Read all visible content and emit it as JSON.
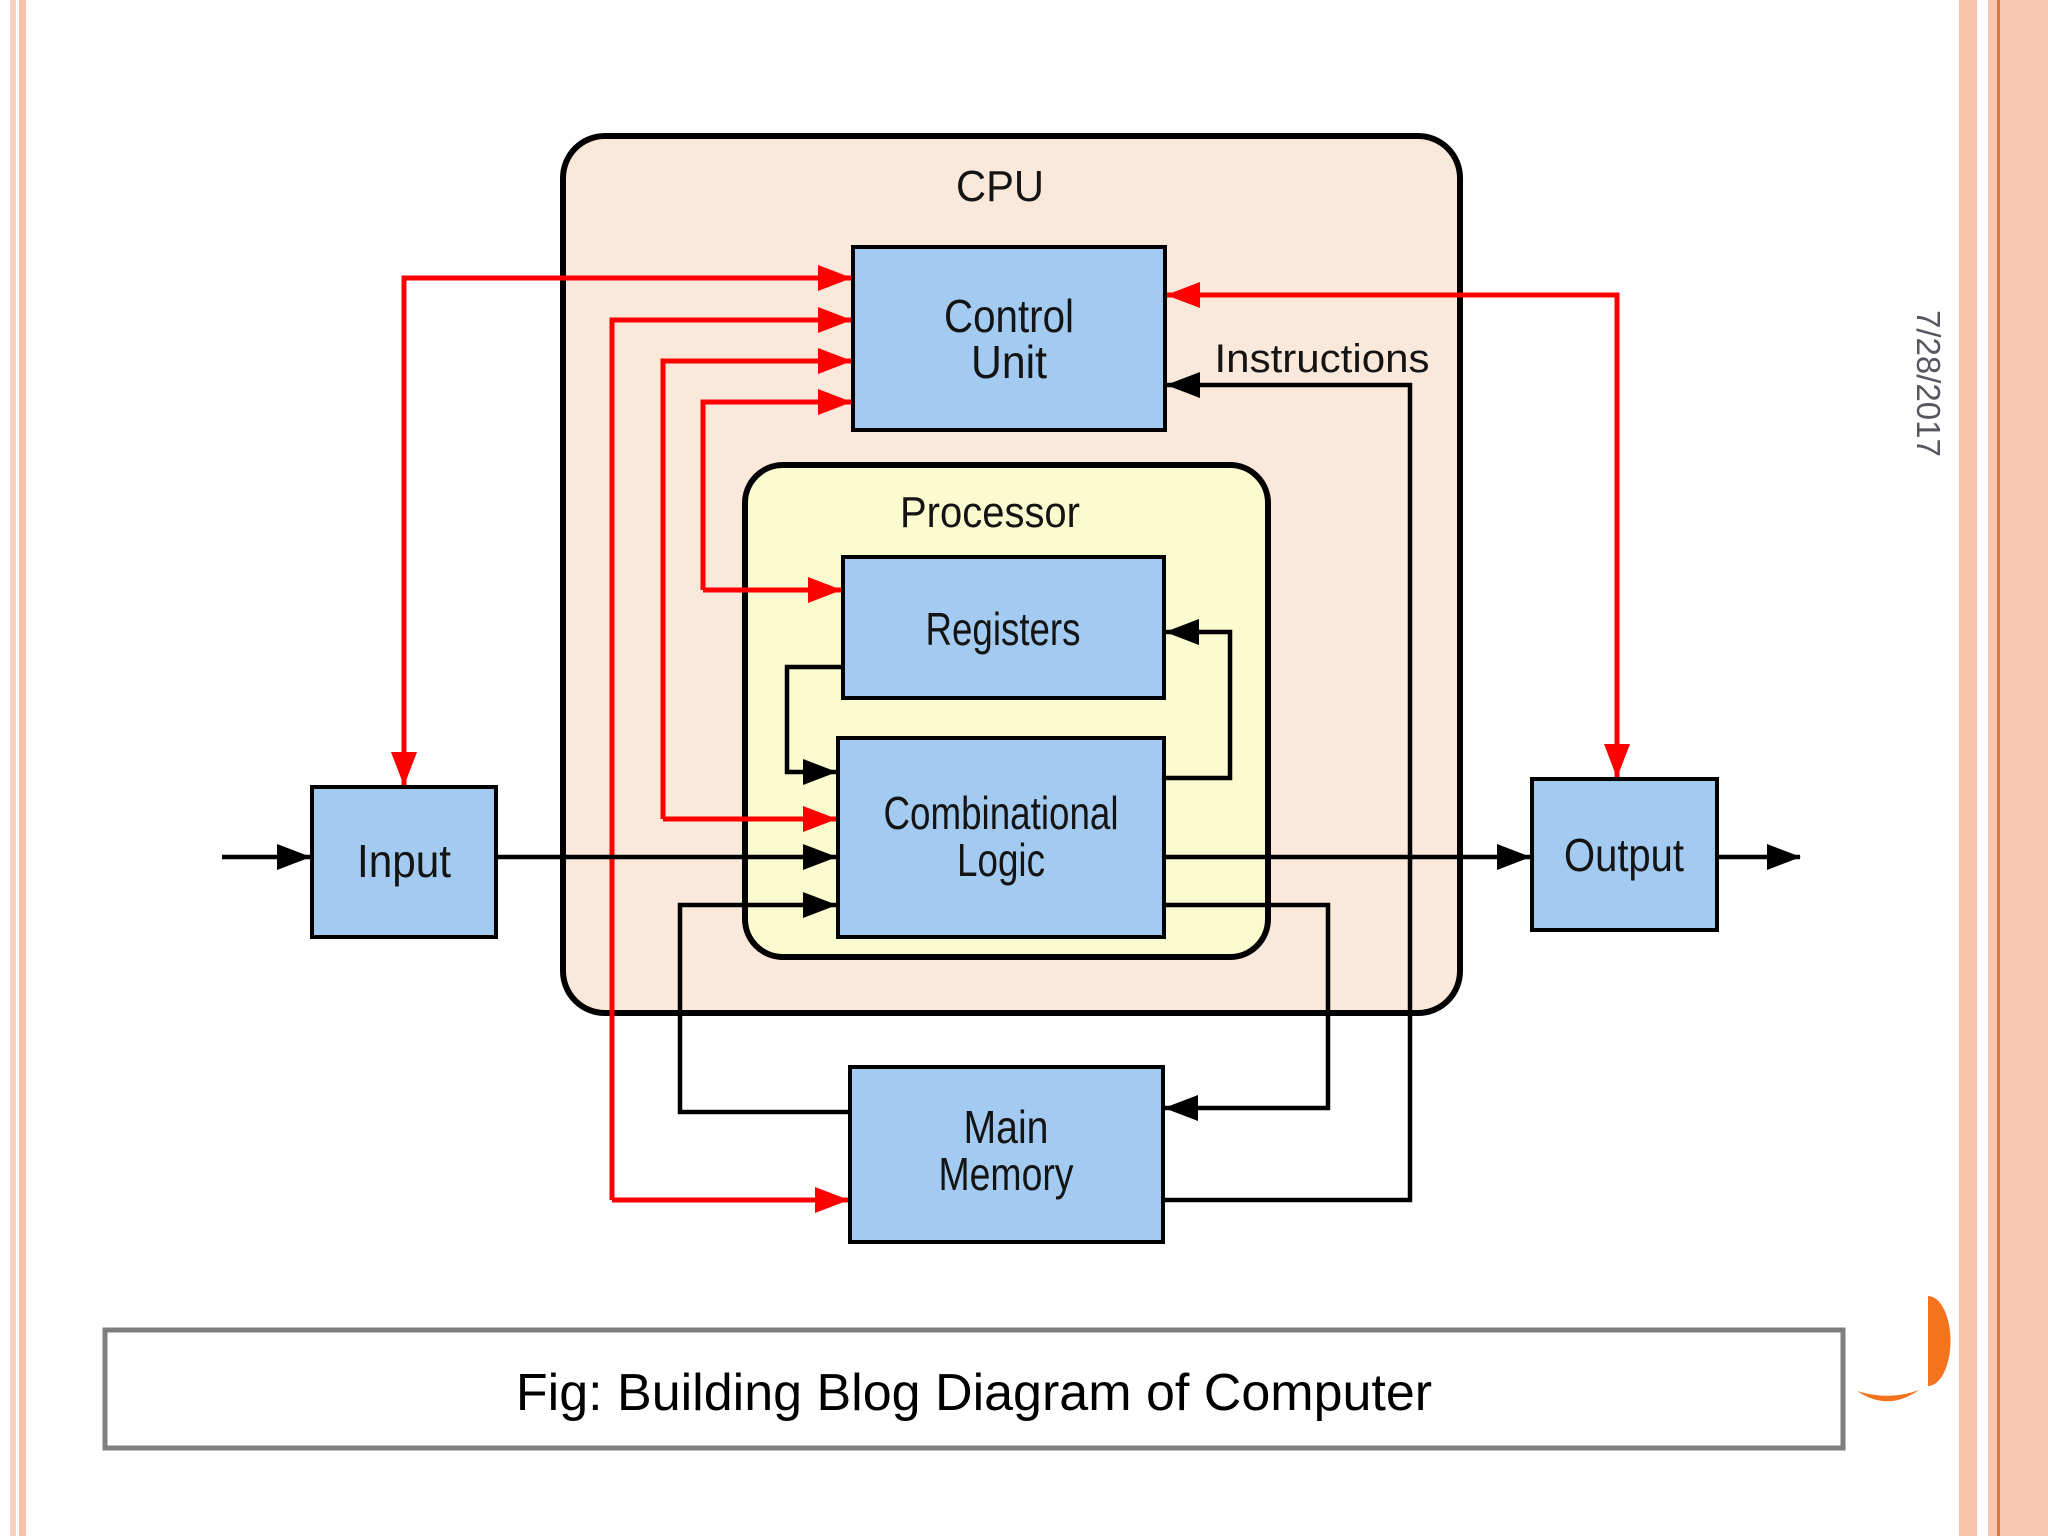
{
  "slide": {
    "date": "7/28/2017",
    "caption": "Fig: Building Blog Diagram of Computer"
  },
  "diagram": {
    "cpu_label": "CPU",
    "processor_label": "Processor",
    "instructions_label": "Instructions",
    "control_unit": {
      "line1": "Control",
      "line2": "Unit"
    },
    "registers_label": "Registers",
    "combinational_logic": {
      "line1": "Combinational",
      "line2": "Logic"
    },
    "input_label": "Input",
    "output_label": "Output",
    "main_memory": {
      "line1": "Main",
      "line2": "Memory"
    },
    "colors": {
      "block_fill": "#A3CBF1",
      "cpu_fill": "#FAE9DB",
      "processor_fill": "#FBFBD0",
      "control_line": "#FF0000",
      "data_line": "#000000"
    }
  },
  "theme": {
    "stripe_salmon": "#F8C3AD",
    "accent_orange": "#F4741D",
    "caption_border": "#7F7F7F",
    "date_color": "#565660"
  }
}
